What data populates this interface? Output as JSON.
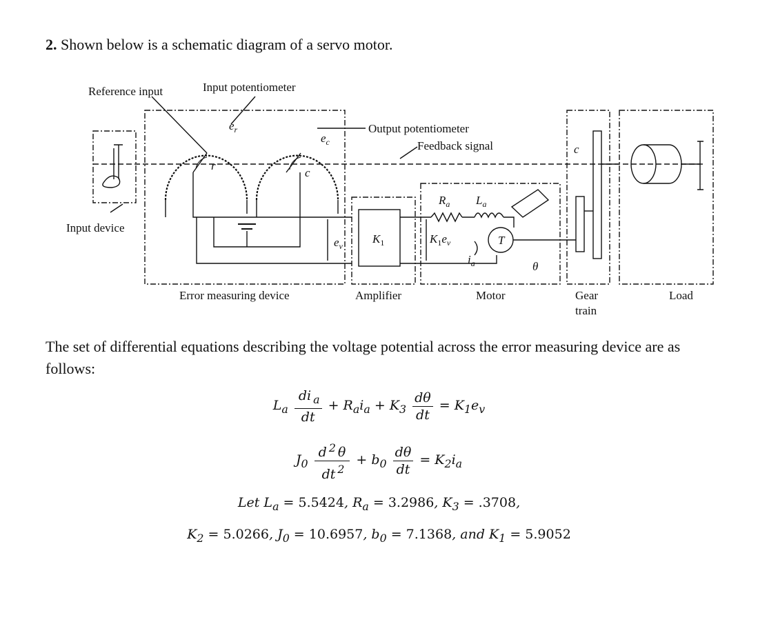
{
  "question": {
    "number": "2.",
    "text": "Shown below is a schematic diagram of a servo motor."
  },
  "diagram": {
    "labels": {
      "reference_input": "Reference input",
      "input_potentiometer": "Input potentiometer",
      "output_potentiometer": "Output potentiometer",
      "feedback_signal": "Feedback signal",
      "input_device": "Input device",
      "error_measuring_device": "Error measuring device",
      "amplifier": "Amplifier",
      "motor": "Motor",
      "gear": "Gear",
      "train": "train",
      "load": "Load"
    },
    "symbols": {
      "er": "e",
      "er_sub": "r",
      "ec": "e",
      "ec_sub": "c",
      "r": "r",
      "c": "c",
      "ev": "e",
      "ev_sub": "v",
      "k1": "K",
      "k1_sub": "1",
      "k1ev": "K",
      "k1ev_sub1": "1",
      "k1ev_e": "e",
      "k1ev_sub2": "v",
      "ra": "R",
      "ra_sub": "a",
      "la": "L",
      "la_sub": "a",
      "ia": "i",
      "ia_sub": "a",
      "T": "T",
      "theta": "θ",
      "c_gear": "c"
    }
  },
  "paragraph": "The set of differential equations describing the voltage potential across the error measuring device are as follows:",
  "equations": {
    "eq1": {
      "L": "L",
      "a": "a",
      "num1": "di",
      "num1_sub": "a",
      "den1": "dt",
      "plus1": "+ R",
      "ra_sub": "a",
      "i": "i",
      "i_sub": "a",
      "plus2": "+ K",
      "k3_sub": "3",
      "num2": "dθ",
      "den2": "dt",
      "eq": "= K",
      "k1_sub": "1",
      "e": "e",
      "e_sub": "v"
    },
    "eq2": {
      "J": "J",
      "j_sub": "0",
      "num1": "d",
      "num1_sup": "2",
      "num1_rest": "θ",
      "den1": "dt",
      "den1_sup": "2",
      "plus": "+ b",
      "b_sub": "0",
      "num2": "dθ",
      "den2": "dt",
      "eq": "= K",
      "k2_sub": "2",
      "i": "i",
      "i_sub": "a"
    },
    "eq3": "Let L<sub>a</sub> = 5.5424, R<sub>a</sub> = 3.2986, K<sub>3</sub> = .3708,",
    "eq3_plain": "Let La = 5.5424, Ra = 3.2986, K3 = .3708,",
    "eq4_plain": "K2 = 5.0266, J0 = 10.6957, b0 = 7.1368, and K1 = 5.9052",
    "values": {
      "let": "Let",
      "La": "5.5424",
      "Ra": "3.2986",
      "K3": ".3708",
      "K2": "5.0266",
      "J0": "10.6957",
      "b0": "7.1368",
      "and": "and",
      "K1": "5.9052"
    }
  }
}
